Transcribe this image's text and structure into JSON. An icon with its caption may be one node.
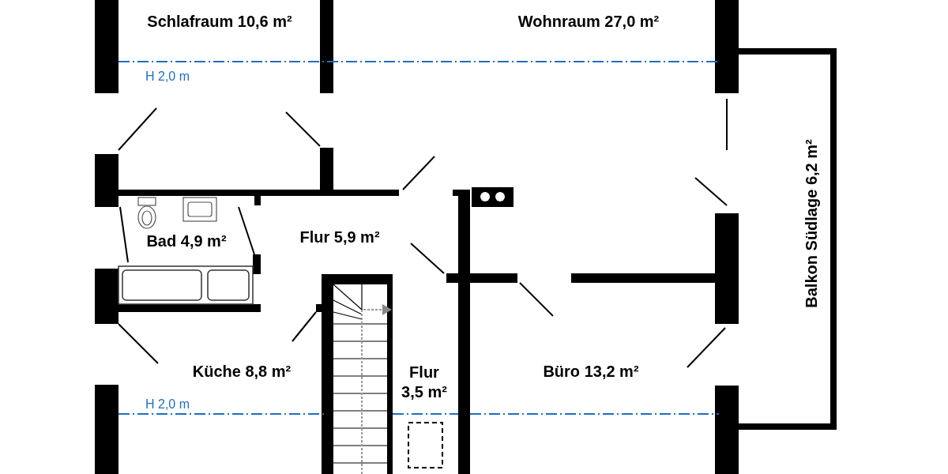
{
  "diagram": {
    "labels": [
      "Schlafraum 10,6 m²",
      "Wohnraum 27,0 m²",
      "H 2,0 m",
      "Balkon Südlage 6,2 m²",
      "Bad 4,9 m²",
      "Flur 5,9 m²",
      "Küche 8,8 m²",
      "Flur 3,5 m²",
      "Büro 13,2 m²",
      "H 2,0 m"
    ]
  }
}
